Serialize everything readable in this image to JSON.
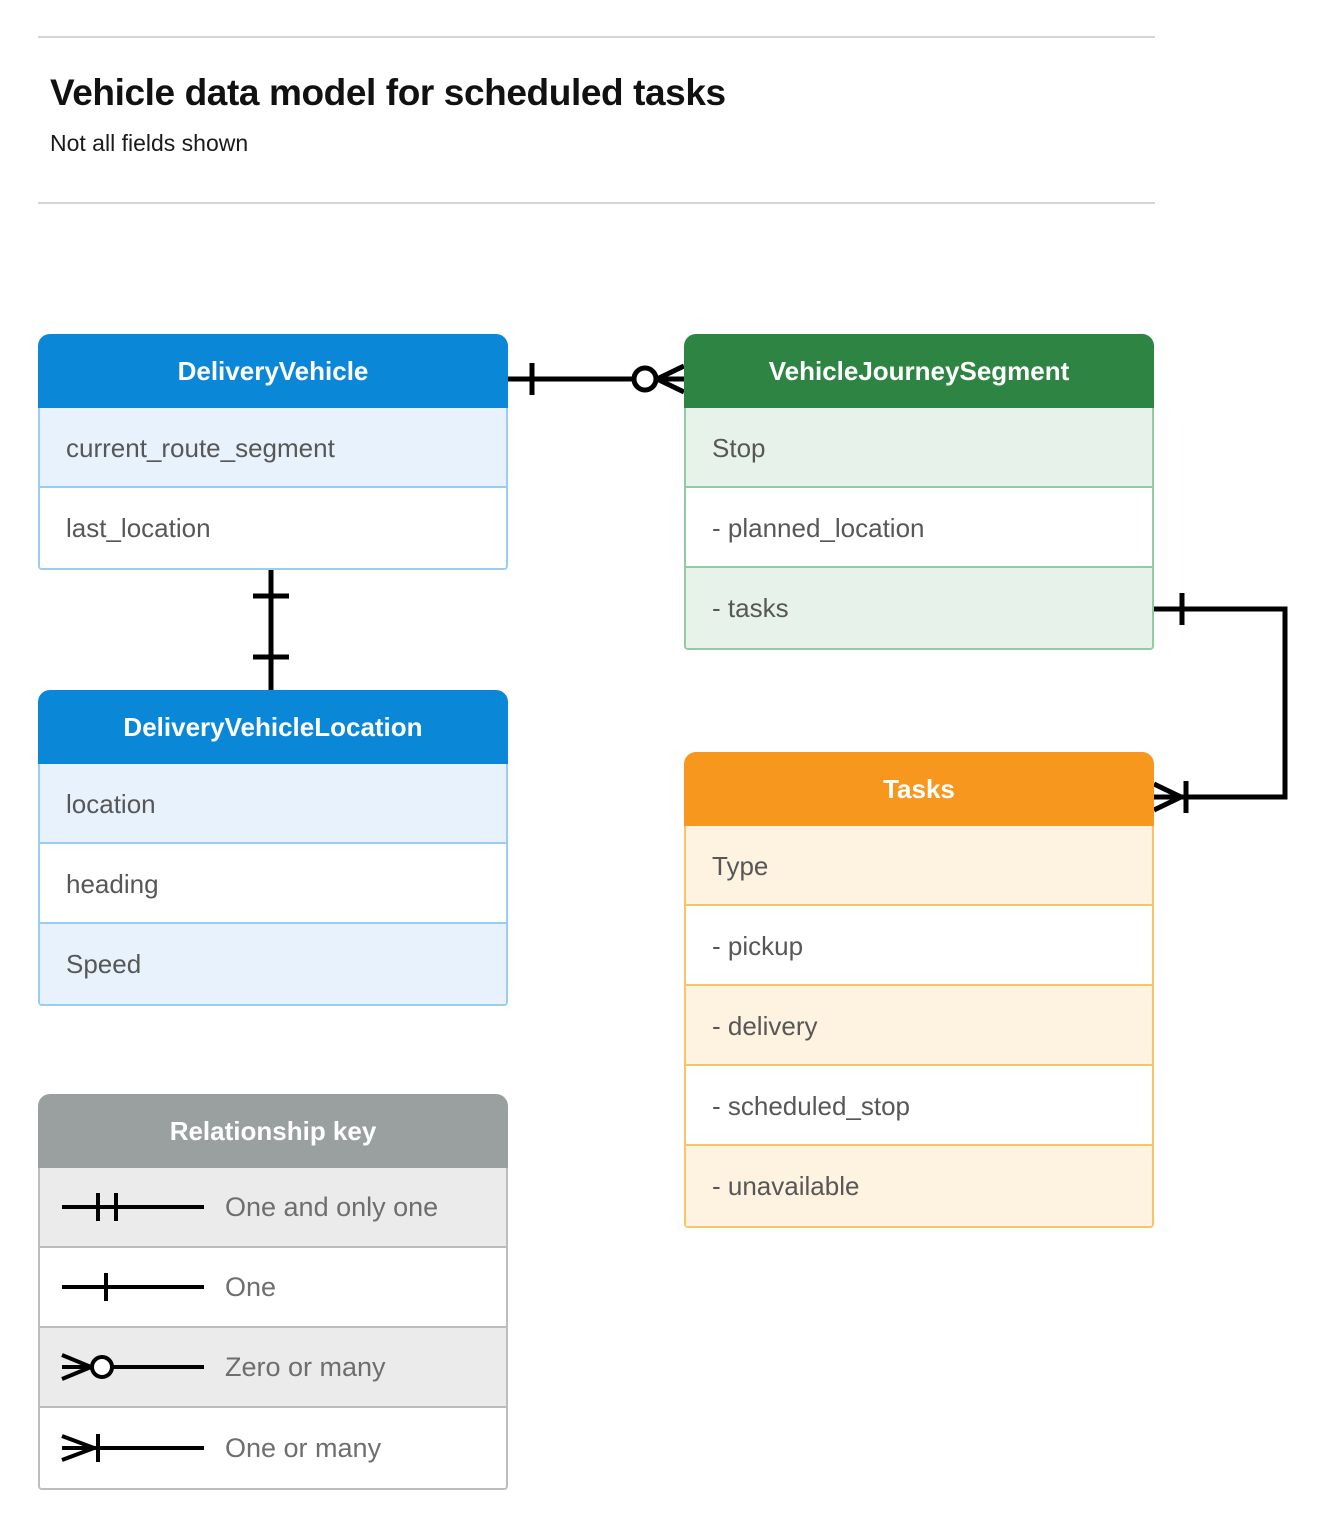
{
  "header": {
    "title": "Vehicle data model for scheduled tasks",
    "subtitle": "Not all fields shown"
  },
  "entities": [
    {
      "id": "delivery-vehicle",
      "name": "DeliveryVehicle",
      "color": "#0b87d8",
      "rows": [
        "current_route_segment",
        "last_location"
      ]
    },
    {
      "id": "vehicle-journey-segment",
      "name": "VehicleJourneySegment",
      "color": "#2e8543",
      "rows": [
        "Stop",
        "-  planned_location",
        "- tasks"
      ]
    },
    {
      "id": "delivery-vehicle-location",
      "name": "DeliveryVehicleLocation",
      "color": "#0b87d8",
      "rows": [
        "location",
        "heading",
        "Speed"
      ]
    },
    {
      "id": "tasks",
      "name": "Tasks",
      "color": "#f8971d",
      "rows": [
        "Type",
        "-  pickup",
        "-  delivery",
        "-  scheduled_stop",
        "-  unavailable"
      ]
    }
  ],
  "legend": {
    "title": "Relationship key",
    "items": [
      {
        "symbol": "one-and-only-one",
        "label": "One and only one"
      },
      {
        "symbol": "one",
        "label": "One"
      },
      {
        "symbol": "zero-or-many",
        "label": "Zero or many"
      },
      {
        "symbol": "one-or-many",
        "label": "One or many"
      }
    ]
  },
  "relationships": [
    {
      "id": "vehicle-to-journey-segment",
      "from": "delivery-vehicle",
      "to": "vehicle-journey-segment",
      "from_cardinality": "one",
      "to_cardinality": "zero-or-many"
    },
    {
      "id": "vehicle-to-vehicle-location",
      "from": "delivery-vehicle",
      "to": "delivery-vehicle-location",
      "from_cardinality": "one",
      "to_cardinality": "one"
    },
    {
      "id": "journey-segment-to-tasks",
      "from": "vehicle-journey-segment",
      "to": "tasks",
      "from_cardinality": "one",
      "to_cardinality": "one-or-many"
    }
  ],
  "colors": {
    "blue": "#0b87d8",
    "green": "#2e8543",
    "orange": "#f8971d",
    "gray": "#9aa0a0",
    "rule": "#d6d6d6",
    "connector": "#000000"
  }
}
